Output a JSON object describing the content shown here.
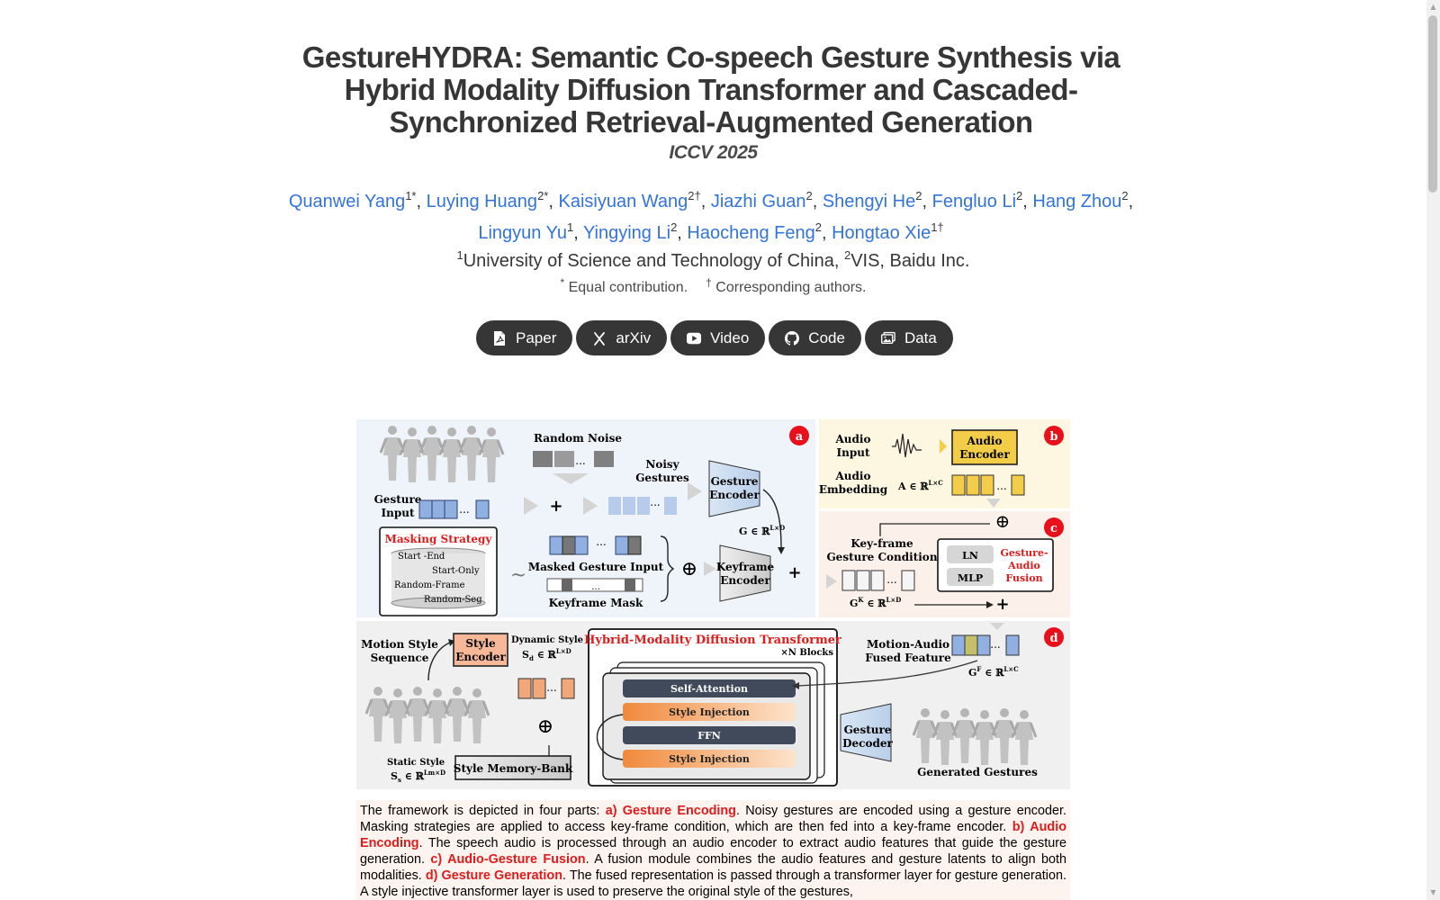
{
  "title": "GestureHYDRA: Semantic Co-speech Gesture Synthesis via Hybrid Modality Diffusion Transformer and Cascaded-Synchronized Retrieval-Augmented Generation",
  "venue": "ICCV 2025",
  "authors_line1": [
    {
      "name": "Quanwei Yang",
      "sup": "1*",
      "sep": ", "
    },
    {
      "name": "Luying Huang",
      "sup": "2*",
      "sep": ", "
    },
    {
      "name": "Kaisiyuan Wang",
      "sup": "2†",
      "sep": ", "
    },
    {
      "name": "Jiazhi Guan",
      "sup": "2",
      "sep": ", "
    },
    {
      "name": "Shengyi He",
      "sup": "2",
      "sep": ", "
    },
    {
      "name": "Fengluo Li",
      "sup": "2",
      "sep": ", "
    },
    {
      "name": "Hang Zhou",
      "sup": "2",
      "sep": ","
    }
  ],
  "authors_line2": [
    {
      "name": "Lingyun Yu",
      "sup": "1",
      "sep": ", "
    },
    {
      "name": "Yingying Li",
      "sup": "2",
      "sep": ", "
    },
    {
      "name": "Haocheng Feng",
      "sup": "2",
      "sep": ", "
    },
    {
      "name": "Hongtao Xie",
      "sup": "1†",
      "sep": ""
    }
  ],
  "affiliations": [
    {
      "sup": "1",
      "name": "University of Science and Technology of China,"
    },
    {
      "sup": "2",
      "name": "VIS, Baidu Inc."
    }
  ],
  "notes": {
    "equal_sym": "*",
    "equal": "Equal contribution.",
    "corr_sym": "†",
    "corr": "Corresponding authors."
  },
  "buttons": [
    {
      "label": "Paper",
      "icon": "pdf-icon"
    },
    {
      "label": "arXiv",
      "icon": "arxiv-icon"
    },
    {
      "label": "Video",
      "icon": "youtube-icon"
    },
    {
      "label": "Code",
      "icon": "github-icon"
    },
    {
      "label": "Data",
      "icon": "images-icon"
    }
  ],
  "figure": {
    "panel_a": {
      "badge": "a",
      "random_noise": "Random Noise",
      "noisy_gestures": [
        "Noisy",
        "Gestures"
      ],
      "gesture_input": [
        "Gesture",
        "Input"
      ],
      "gesture_encoder": [
        "Gesture",
        "Encoder"
      ],
      "g_label": "G ∈ ℝ",
      "g_sup": "L×D",
      "masking_title": "Masking Strategy",
      "masking_items": [
        "Start -End",
        "Start-Only",
        "Random-Frame",
        "Random-Seg"
      ],
      "masked_input": "Masked Gesture Input",
      "keyframe_mask": "Keyframe Mask",
      "keyframe_encoder": [
        "Keyframe",
        "Encoder"
      ],
      "plus": "+",
      "oplus": "⊕",
      "ellipsis": "...",
      "tilde": "~"
    },
    "panel_b": {
      "badge": "b",
      "audio_input": [
        "Audio",
        "Input"
      ],
      "audio_encoder": [
        "Audio",
        "Encoder"
      ],
      "audio_embedding": [
        "Audio",
        "Embedding"
      ],
      "a_label": "A ∈ ℝ",
      "a_sup": "L×C"
    },
    "panel_c": {
      "badge": "c",
      "keyframe_condition": [
        "Key-frame",
        "Gesture Condition"
      ],
      "gk_label": "G",
      "gk_sup1": "K",
      "gk_mid": " ∈ ℝ",
      "gk_sup2": "L×D",
      "ln": "LN",
      "mlp": "MLP",
      "fusion": [
        "Gesture-",
        "Audio",
        "Fusion"
      ]
    },
    "panel_d": {
      "badge": "d",
      "motion_style": [
        "Motion Style",
        "Sequence"
      ],
      "style_encoder": [
        "Style",
        "Encoder"
      ],
      "dynamic_style": "Dynamic Style",
      "sd_label": "S",
      "sd_sub": "d",
      "sd_mid": " ∈ ℝ",
      "sd_sup": "L×D",
      "static_style": "Static Style",
      "ss_label": "S",
      "ss_sub": "s",
      "ss_mid": " ∈ ℝ",
      "ss_sup": "Lm×D",
      "memory_bank": "Style Memory-Bank",
      "hmdt_title": "Hybrid-Modality Diffusion Transformer",
      "blocks": "×N Blocks",
      "layers": [
        "Self-Attention",
        "Style Injection",
        "FFN",
        "Style Injection"
      ],
      "fused_feature": [
        "Motion-Audio",
        "Fused Feature"
      ],
      "gf_label": "G",
      "gf_sup1": "F",
      "gf_mid": " ∈ ℝ",
      "gf_sup2": "L×C",
      "gesture_decoder": [
        "Gesture",
        "Decoder"
      ],
      "generated": "Generated Gestures"
    },
    "colors": {
      "badge": "#e8101a",
      "red_text": "#e01b1b",
      "blue_cube": "#8fb0e0",
      "yellow_cube": "#f4cd48",
      "orange_cube": "#f2a77a",
      "panel_blue": "#eef4fa",
      "panel_yellow": "#fdf6e1",
      "panel_gray": "#f0f0f0",
      "dark_layer": "#404a5a",
      "orange_layer": "#f08a3c"
    }
  },
  "caption": {
    "segments": [
      {
        "t": "The framework is depicted in four parts: ",
        "hl": false
      },
      {
        "t": "a) Gesture Encoding",
        "hl": true
      },
      {
        "t": ". Noisy gestures are encoded using a gesture encoder. Masking strategies are applied to access key-frame condition, which are then fed into a key-frame encoder. ",
        "hl": false
      },
      {
        "t": "b) Audio Encoding",
        "hl": true
      },
      {
        "t": ". The speech audio is processed through an audio encoder to extract audio features that guide the gesture generation. ",
        "hl": false
      },
      {
        "t": "c) Audio-Gesture Fusion",
        "hl": true
      },
      {
        "t": ". A fusion module combines the audio features and gesture latents to align both modalities. ",
        "hl": false
      },
      {
        "t": "d) Gesture Generation",
        "hl": true
      },
      {
        "t": ". The fused representation is passed through a transformer layer for gesture generation. A style injective transformer layer is used to preserve the original style of the gestures,",
        "hl": false
      }
    ]
  }
}
